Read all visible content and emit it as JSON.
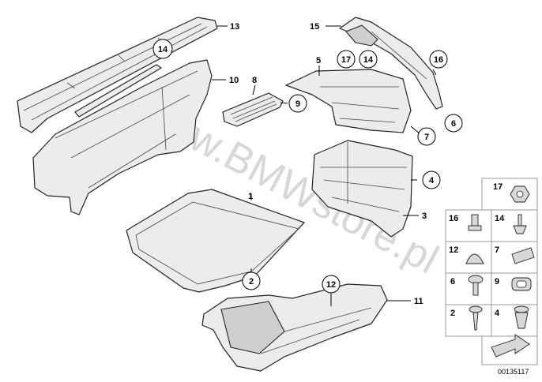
{
  "watermark": "www.BMWstore.pl",
  "reference_code": "00135117",
  "callouts": [
    {
      "id": "1",
      "label": "1",
      "style": "plain"
    },
    {
      "id": "2",
      "label": "2",
      "style": "circle"
    },
    {
      "id": "3",
      "label": "3",
      "style": "plain"
    },
    {
      "id": "4",
      "label": "4",
      "style": "circle"
    },
    {
      "id": "5",
      "label": "5",
      "style": "plain"
    },
    {
      "id": "6",
      "label": "6",
      "style": "circle"
    },
    {
      "id": "7",
      "label": "7",
      "style": "circle"
    },
    {
      "id": "8",
      "label": "8",
      "style": "plain"
    },
    {
      "id": "9",
      "label": "9",
      "style": "circle"
    },
    {
      "id": "10",
      "label": "10",
      "style": "plain"
    },
    {
      "id": "11",
      "label": "11",
      "style": "plain"
    },
    {
      "id": "12",
      "label": "12",
      "style": "circle"
    },
    {
      "id": "13",
      "label": "13",
      "style": "plain"
    },
    {
      "id": "14a",
      "label": "14",
      "style": "circle"
    },
    {
      "id": "14b",
      "label": "14",
      "style": "circle"
    },
    {
      "id": "15",
      "label": "15",
      "style": "plain"
    },
    {
      "id": "16",
      "label": "16",
      "style": "circle"
    },
    {
      "id": "17",
      "label": "17",
      "style": "circle"
    }
  ],
  "legend": [
    {
      "label": "17"
    },
    {
      "label": "16"
    },
    {
      "label": "14"
    },
    {
      "label": "12"
    },
    {
      "label": "7"
    },
    {
      "label": "6"
    },
    {
      "label": "9"
    },
    {
      "label": "2"
    },
    {
      "label": "4"
    }
  ]
}
